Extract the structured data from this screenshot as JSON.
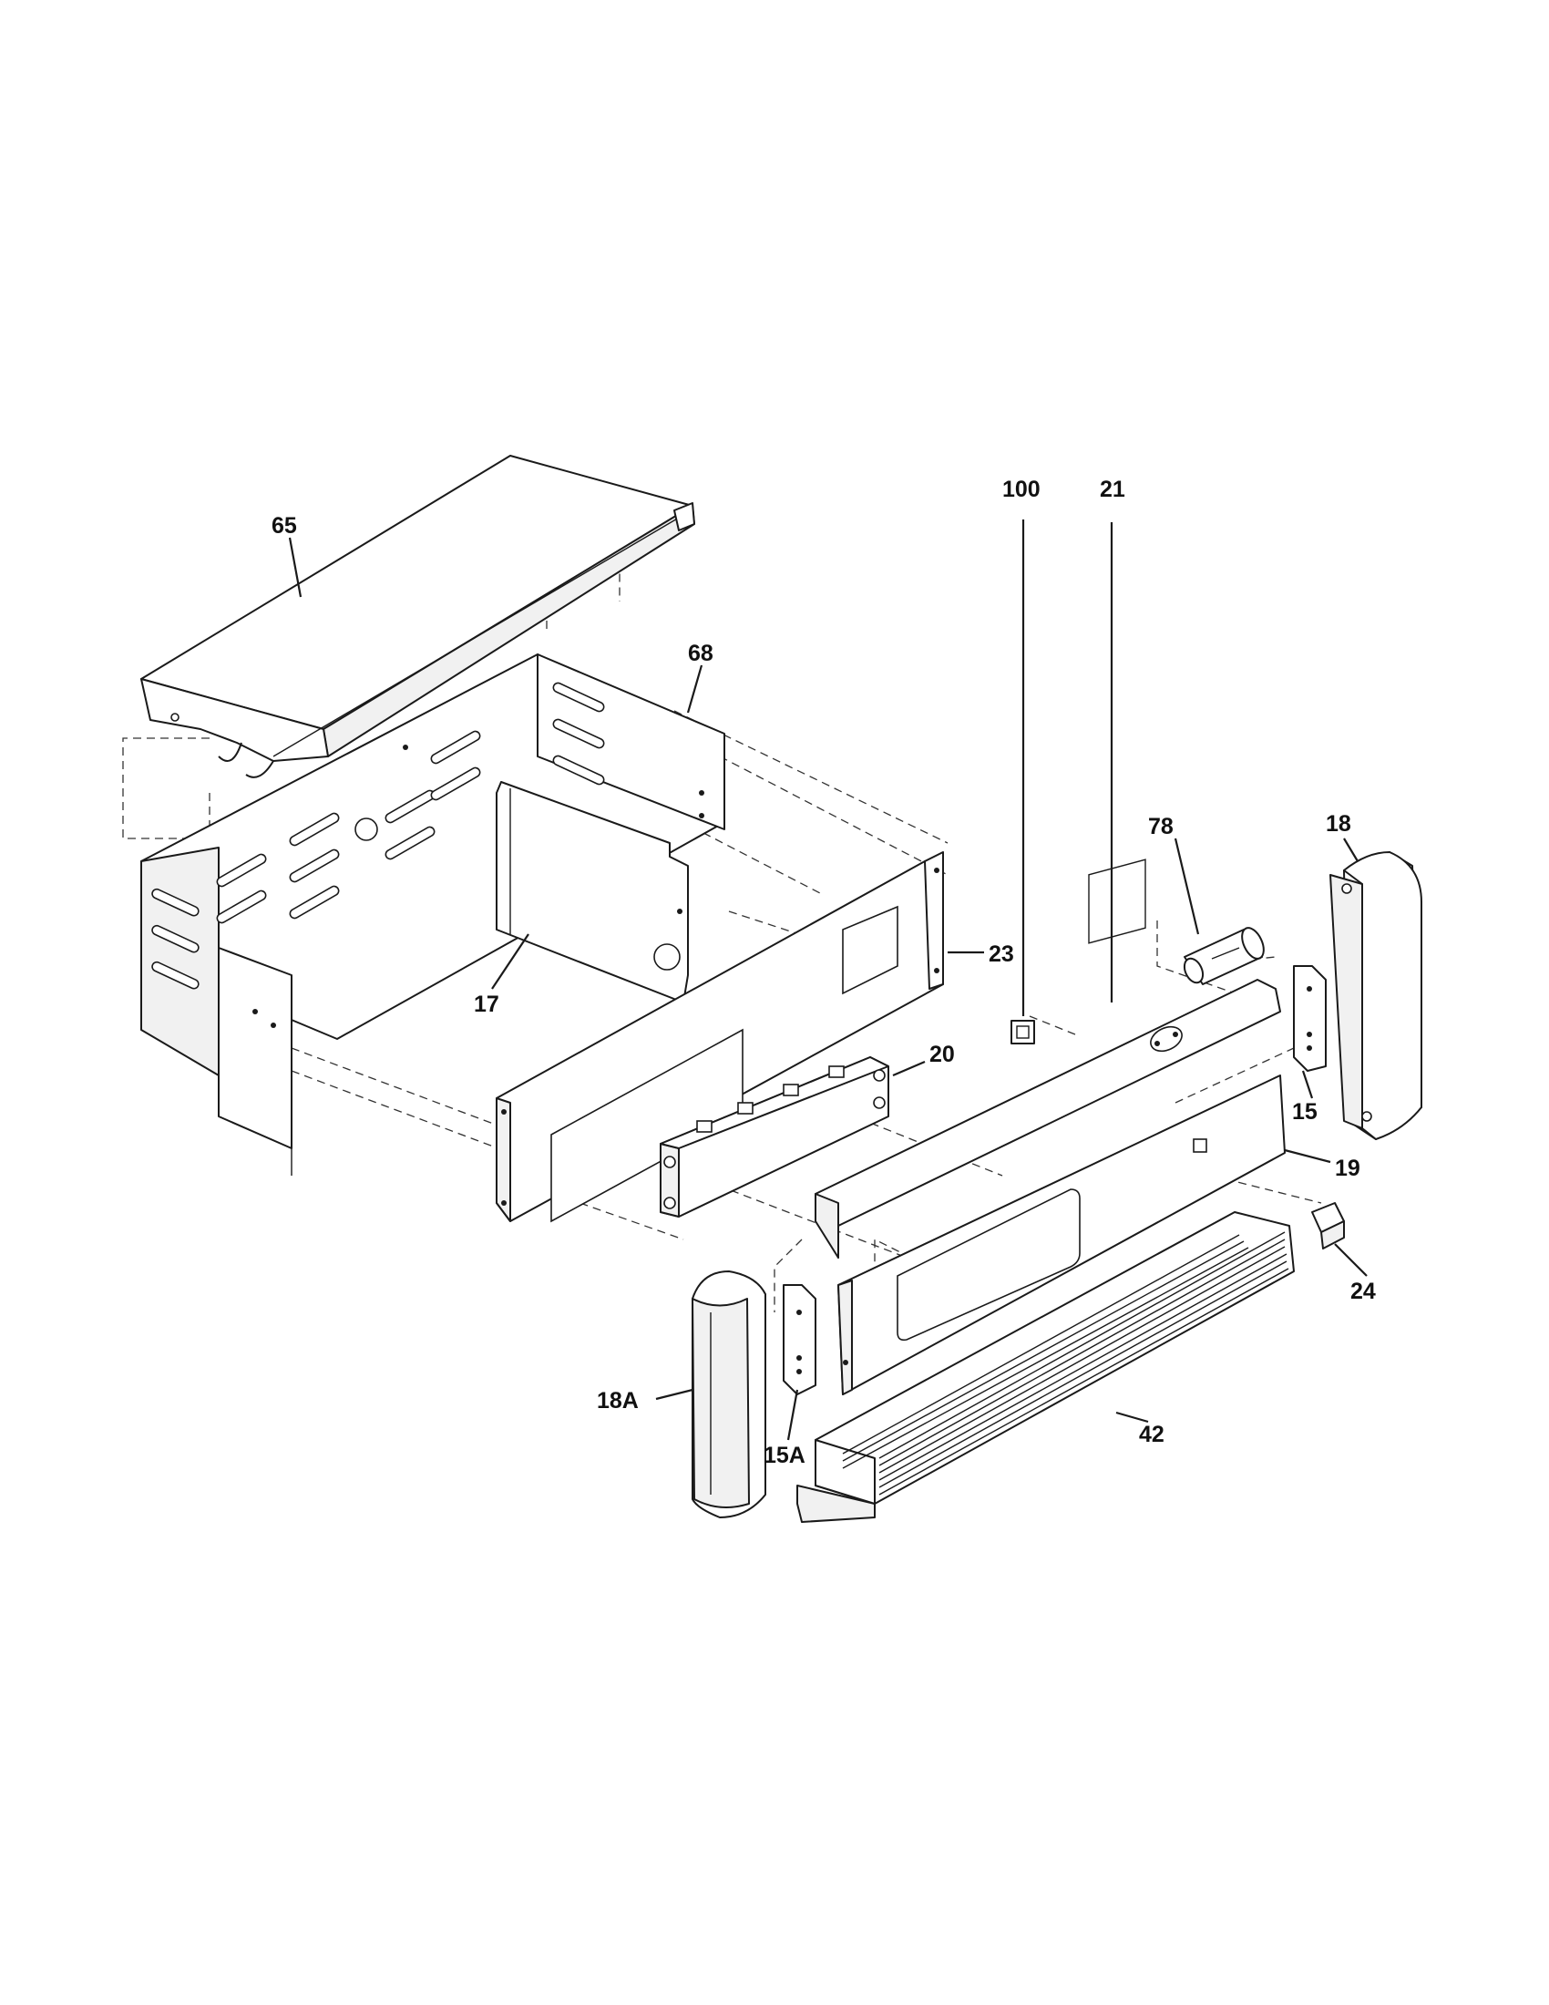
{
  "parts": [
    {
      "id": "p65",
      "label": "65"
    },
    {
      "id": "p68",
      "label": "68"
    },
    {
      "id": "p17",
      "label": "17"
    },
    {
      "id": "p23",
      "label": "23"
    },
    {
      "id": "p20",
      "label": "20"
    },
    {
      "id": "p78",
      "label": "78"
    },
    {
      "id": "p18",
      "label": "18"
    },
    {
      "id": "p100",
      "label": "100"
    },
    {
      "id": "p21",
      "label": "21"
    },
    {
      "id": "p15",
      "label": "15"
    },
    {
      "id": "p19",
      "label": "19"
    },
    {
      "id": "p24",
      "label": "24"
    },
    {
      "id": "p18A",
      "label": "18A"
    },
    {
      "id": "p15A",
      "label": "15A"
    },
    {
      "id": "p42",
      "label": "42"
    }
  ]
}
